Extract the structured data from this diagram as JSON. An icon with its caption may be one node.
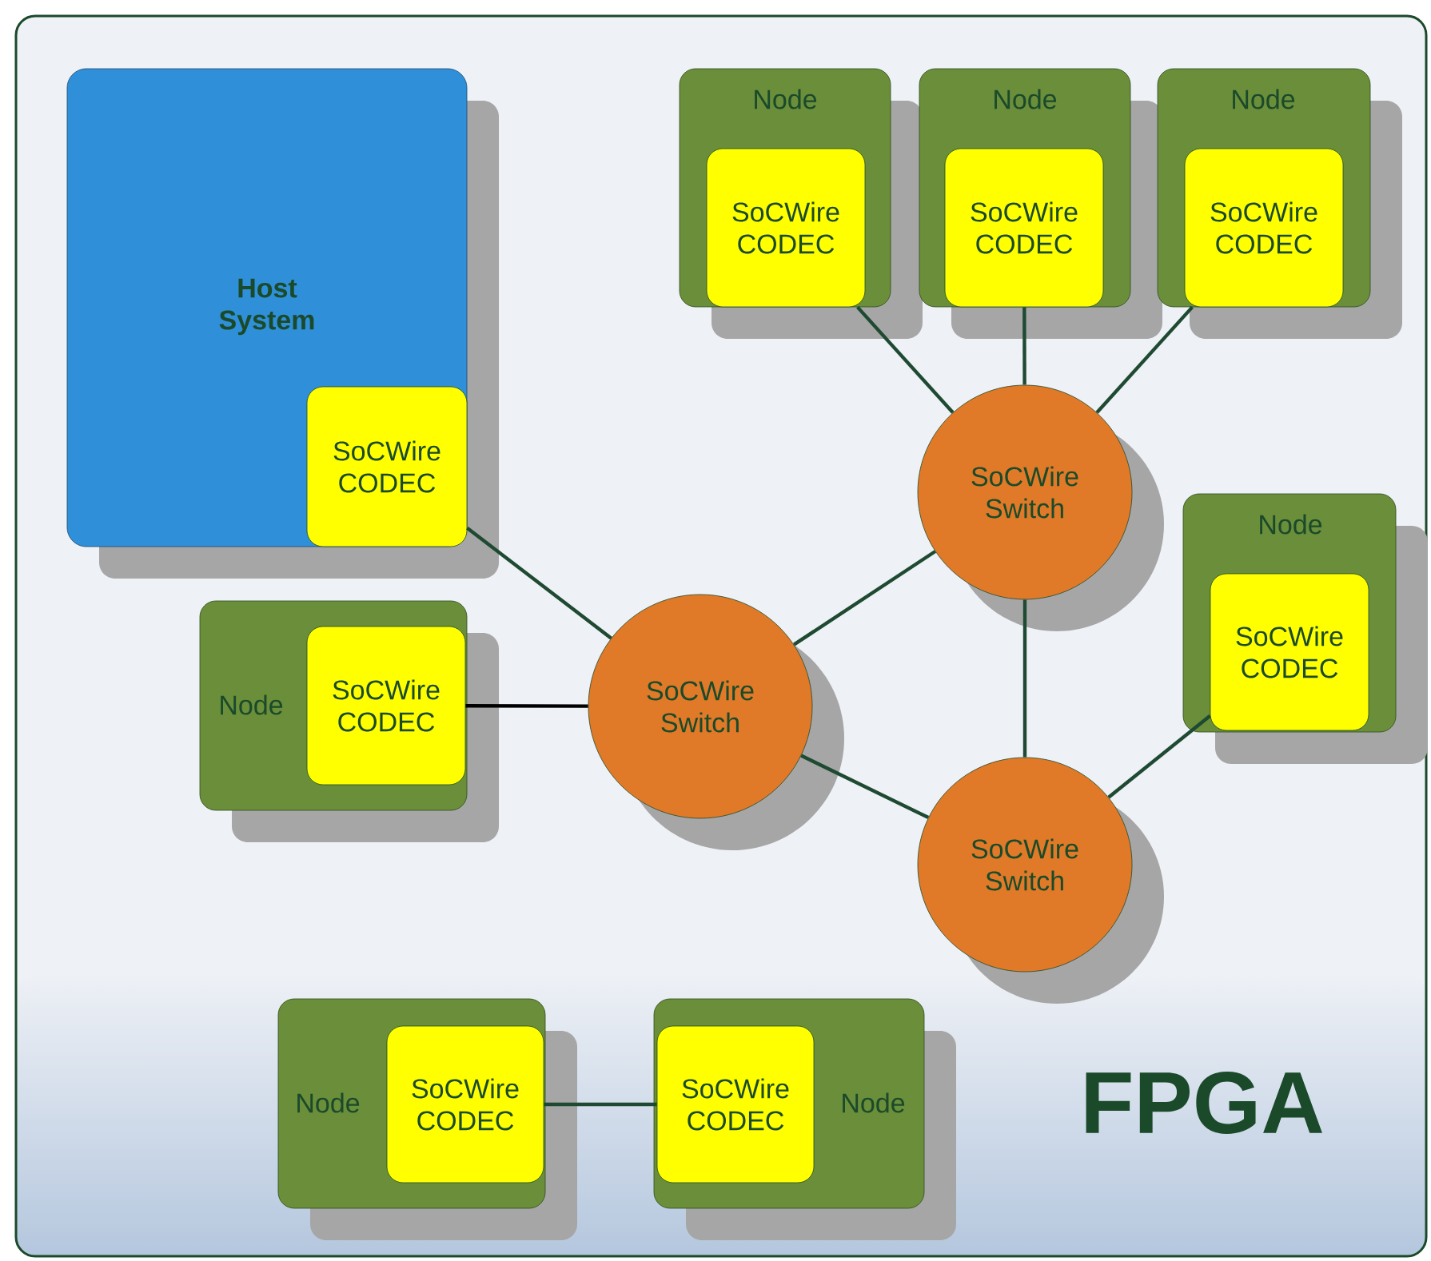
{
  "diagram": {
    "nodes": [
      {
        "text": [
          "FPGA"
        ]
      },
      {
        "text": [
          "Host System"
        ],
        "in": 0
      },
      {
        "text": [
          "SoCWire CODEC"
        ],
        "in": 1
      },
      {
        "text": [
          "Node"
        ],
        "in": 0
      },
      {
        "text": [
          "SoCWire CODEC"
        ],
        "in": 3
      },
      {
        "text": [
          "Node"
        ],
        "in": 0
      },
      {
        "text": [
          "SoCWire CODEC"
        ],
        "in": 5
      },
      {
        "text": [
          "Node"
        ],
        "in": 0
      },
      {
        "text": [
          "SoCWire CODEC"
        ],
        "in": 7
      },
      {
        "text": [
          "Node"
        ],
        "in": 0
      },
      {
        "text": [
          "SoCWire CODEC"
        ],
        "in": 9
      },
      {
        "text": [
          "Node"
        ],
        "in": 0
      },
      {
        "text": [
          "SoCWire CODEC"
        ],
        "in": 11
      },
      {
        "text": [
          "SoCWire Switch"
        ],
        "in": 0
      },
      {
        "text": [
          "SoCWire Switch"
        ],
        "in": 0
      },
      {
        "text": [
          "SoCWire Switch"
        ],
        "in": 0
      },
      {
        "text": [
          "Node"
        ],
        "in": 0
      },
      {
        "text": [
          "SoCWire CODEC"
        ],
        "in": 16
      },
      {
        "text": [
          "Node"
        ],
        "in": 0
      },
      {
        "text": [
          "SoCWire CODEC"
        ],
        "in": 18
      }
    ],
    "edges": [
      {
        "from": 2,
        "to": 13,
        "arrow": "none"
      },
      {
        "from": 12,
        "to": 13,
        "arrow": "none",
        "color": "#000000"
      },
      {
        "from": 13,
        "to": 14,
        "arrow": "none"
      },
      {
        "from": 13,
        "to": 15,
        "arrow": "none"
      },
      {
        "from": 14,
        "to": 15,
        "arrow": "none"
      },
      {
        "from": 4,
        "to": 14,
        "arrow": "none"
      },
      {
        "from": 6,
        "to": 14,
        "arrow": "none"
      },
      {
        "from": 8,
        "to": 14,
        "arrow": "none"
      },
      {
        "from": 10,
        "to": 15,
        "arrow": "none"
      },
      {
        "from": 17,
        "to": 19,
        "arrow": "none"
      }
    ]
  }
}
